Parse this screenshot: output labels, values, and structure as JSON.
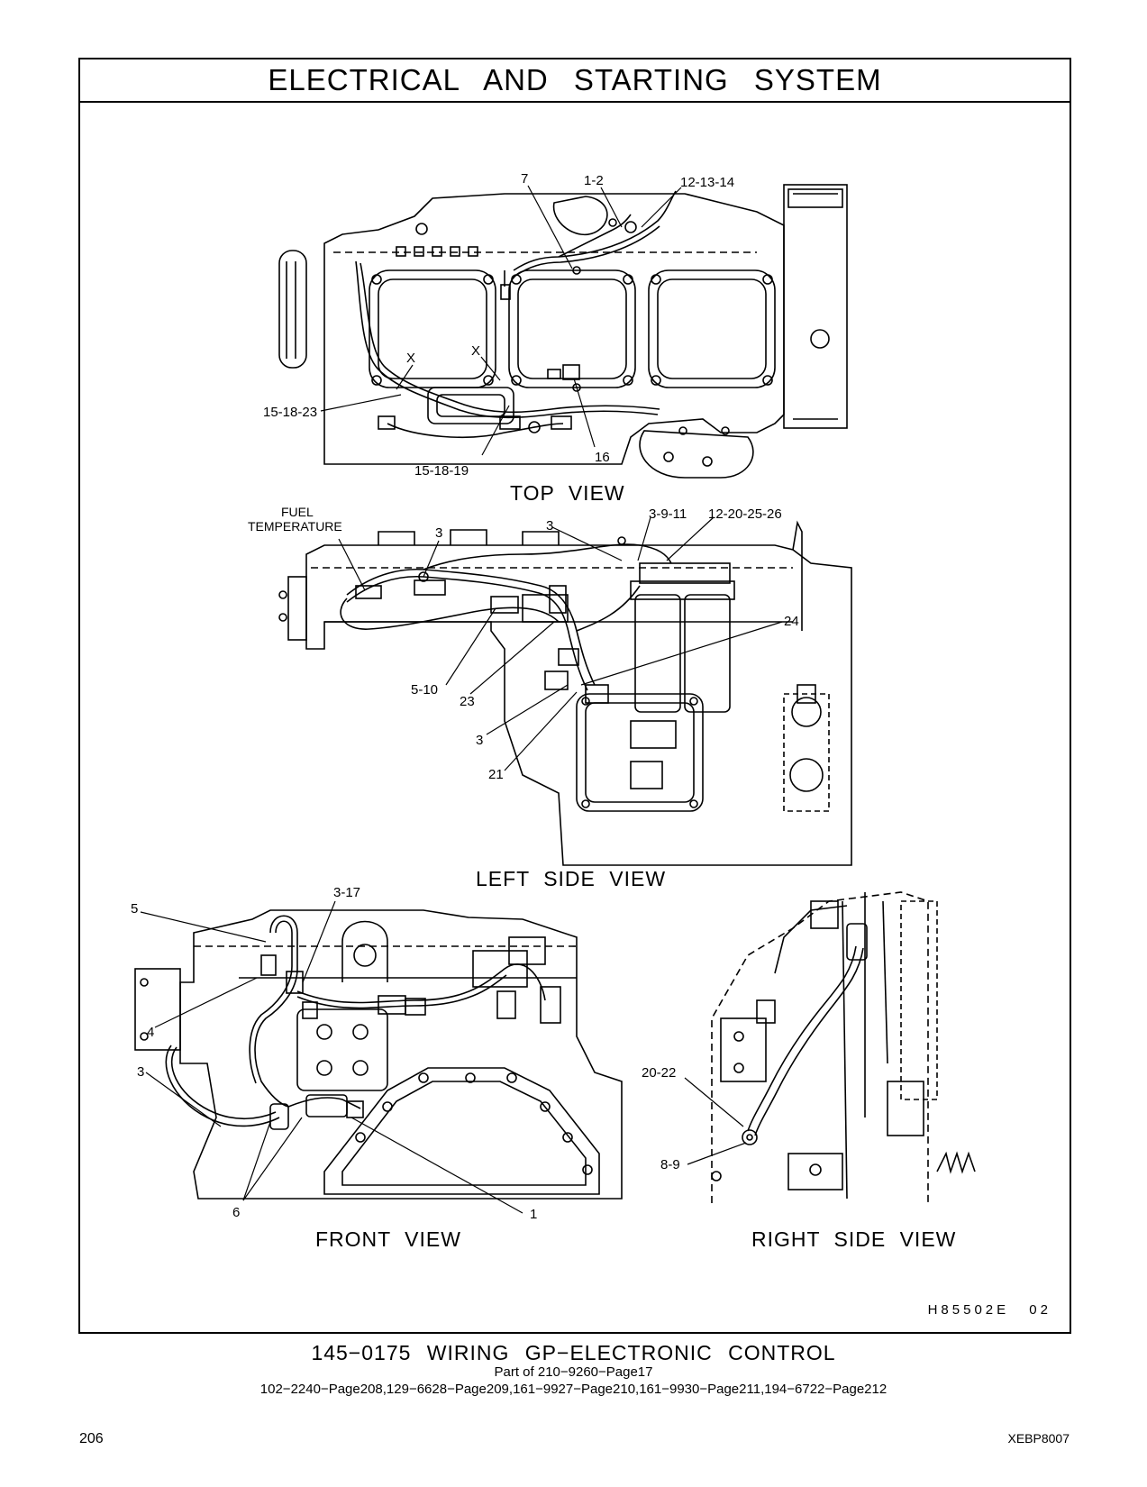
{
  "header": {
    "title": "ELECTRICAL AND STARTING SYSTEM"
  },
  "views": {
    "top": "TOP VIEW",
    "left_side": "LEFT SIDE VIEW",
    "front": "FRONT VIEW",
    "right_side": "RIGHT SIDE VIEW"
  },
  "callouts": {
    "top": [
      "7",
      "1-2",
      "12-13-14",
      "X",
      "X",
      "15-18-23",
      "16",
      "15-18-19"
    ],
    "left_side": [
      "FUEL",
      "TEMPERATURE",
      "3",
      "3",
      "3-9-11",
      "12-20-25-26",
      "24",
      "5-10",
      "23",
      "3",
      "21"
    ],
    "front": [
      "5",
      "3-17",
      "4",
      "3",
      "6",
      "1"
    ],
    "right_side": [
      "20-22",
      "8-9"
    ]
  },
  "illustration_ref": "H85502E 02",
  "footer": {
    "title": "145−0175 WIRING GP−ELECTRONIC CONTROL",
    "subtitle": "Part of 210−9260−Page17",
    "refs": "102−2240−Page208,129−6628−Page209,161−9927−Page210,161−9930−Page211,194−6722−Page212"
  },
  "page_number": "206",
  "doc_id": "XEBP8007"
}
